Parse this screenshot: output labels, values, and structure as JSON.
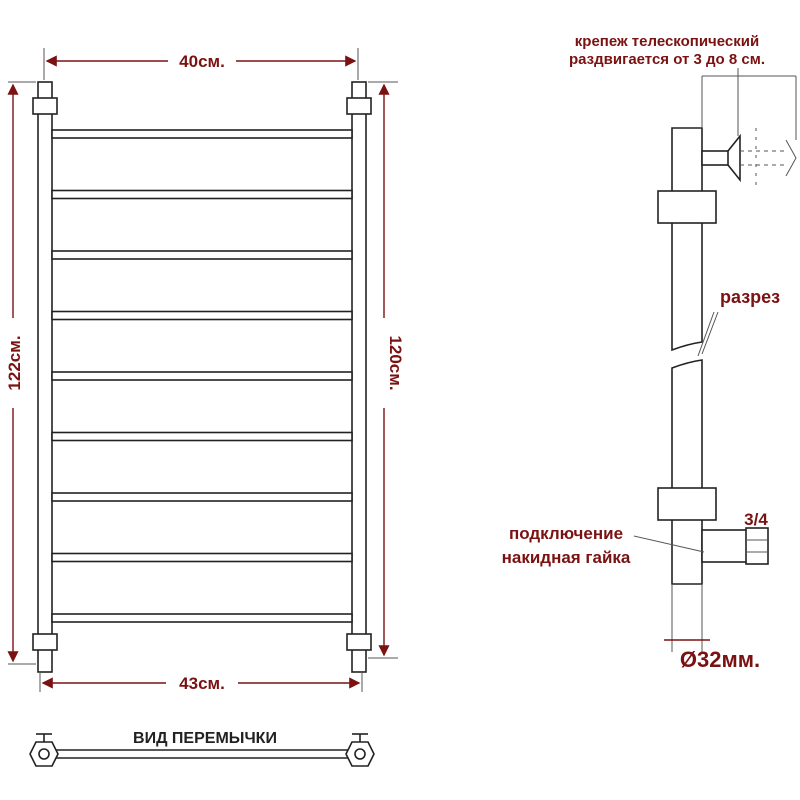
{
  "front_view": {
    "width_top": "40см.",
    "width_bottom": "43см.",
    "height_left": "122см.",
    "height_right": "120см.",
    "bar_count": 9
  },
  "bridge_view": {
    "title": "ВИД ПЕРЕМЫЧКИ"
  },
  "side_view": {
    "mount_line1": "крепеж телескопический",
    "mount_line2": "раздвигается от 3 до 8 см.",
    "cut_label": "разрез",
    "connection_line1": "подключение",
    "connection_line2": "накидная гайка",
    "thread_size": "3/4",
    "diameter": "Ø32мм."
  },
  "colors": {
    "label": "#7a1212",
    "line": "#222222"
  }
}
